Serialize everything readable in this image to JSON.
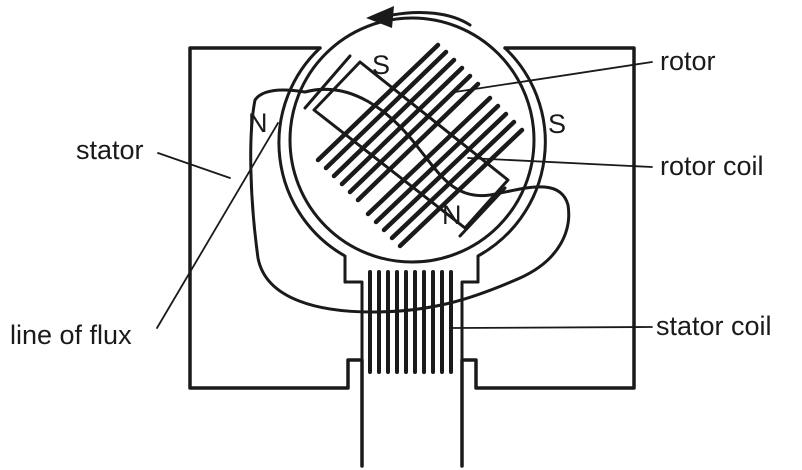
{
  "labels": {
    "rotor": "rotor",
    "stator": "stator",
    "rotor_coil": "rotor coil",
    "line_of_flux": "line of flux",
    "stator_coil": "stator coil"
  },
  "poles": {
    "rotor_top": "S",
    "stator_left": "N",
    "stator_right": "S",
    "rotor_bottom": "N"
  },
  "colors": {
    "ink": "#1a1a1a",
    "background": "#ffffff"
  },
  "icons": {
    "rotation": "curved-arrow-counterclockwise"
  }
}
